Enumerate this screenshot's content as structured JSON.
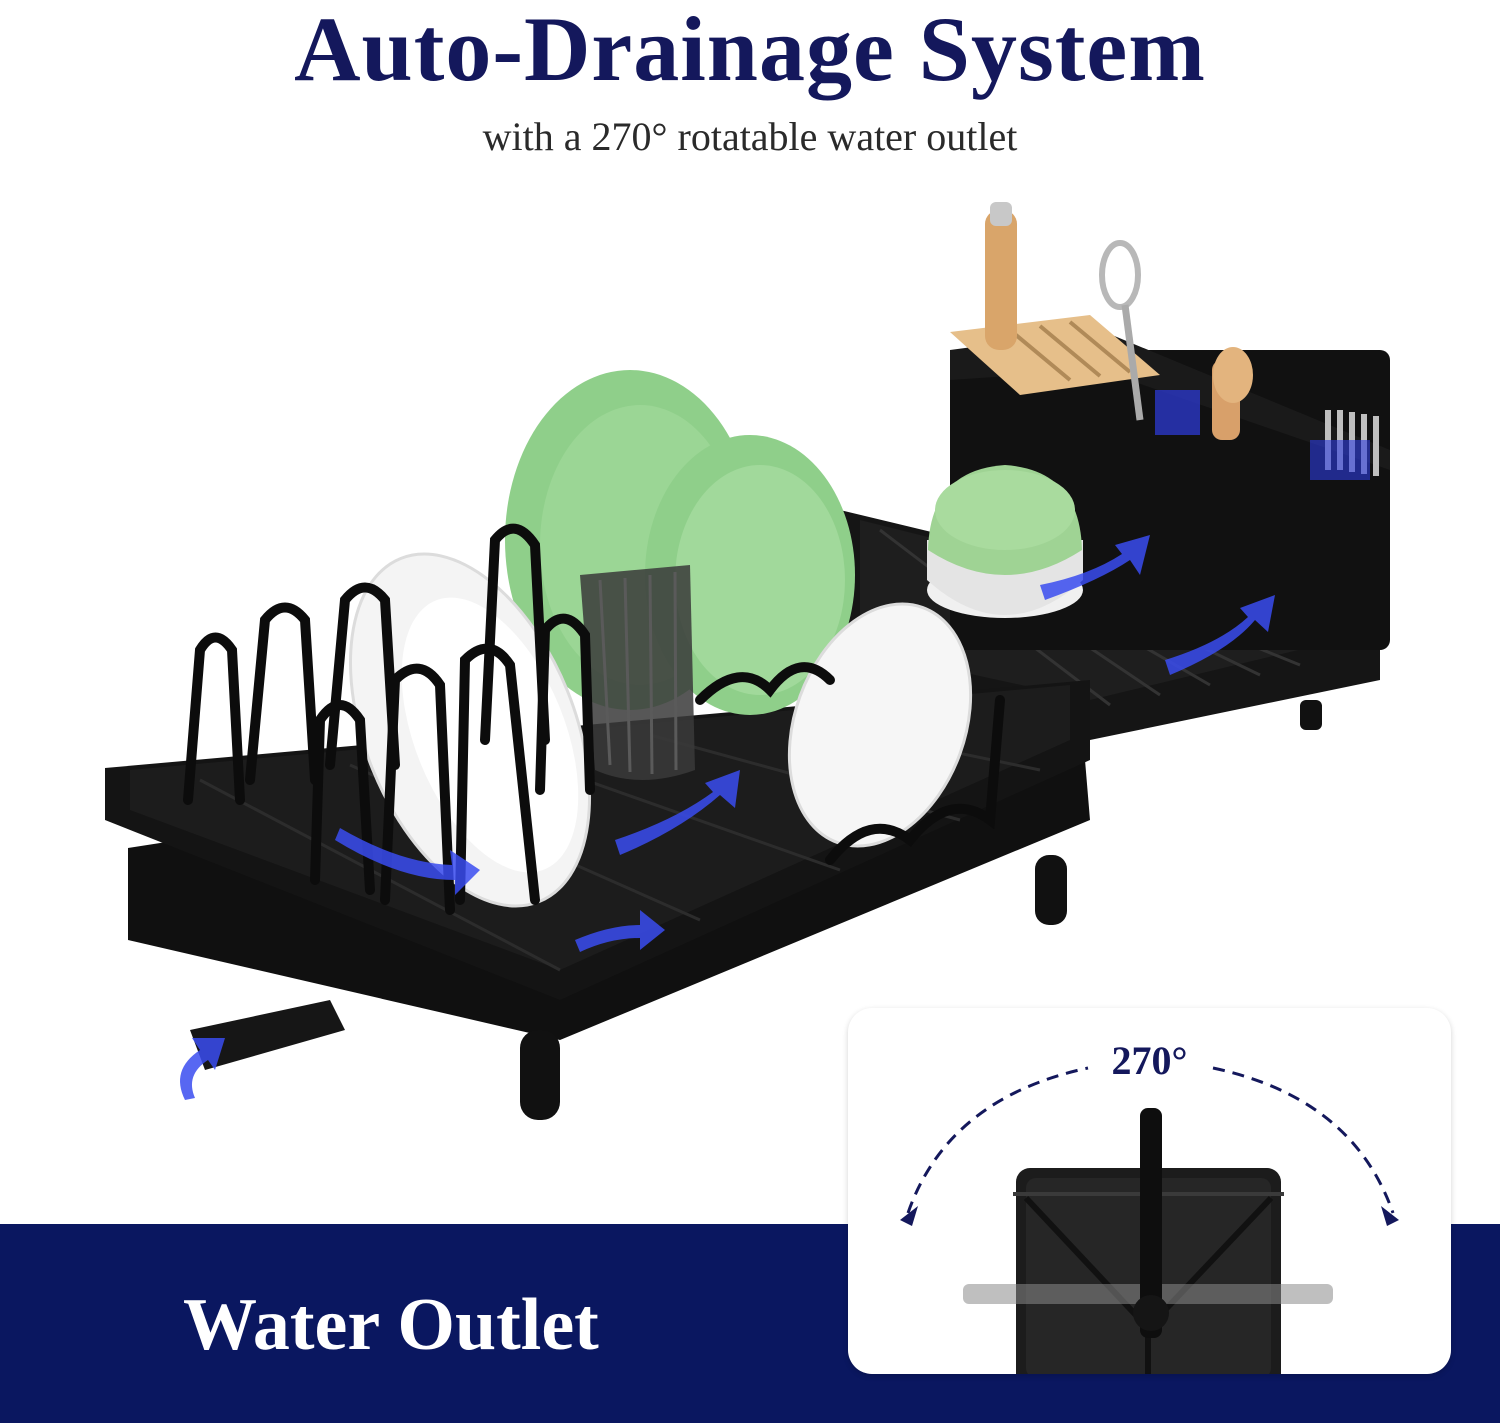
{
  "header": {
    "title": "Auto-Drainage System",
    "subtitle": "with a 270° rotatable water outlet"
  },
  "footer": {
    "label": "Water Outlet"
  },
  "inset": {
    "rotation_label": "270°"
  },
  "colors": {
    "title": "#14185c",
    "band": "#0a1760",
    "rack": "#111111",
    "plate_green": "#8fcf8a",
    "flow_arrow": "#3a4cf0",
    "wood": "#e2b880"
  }
}
